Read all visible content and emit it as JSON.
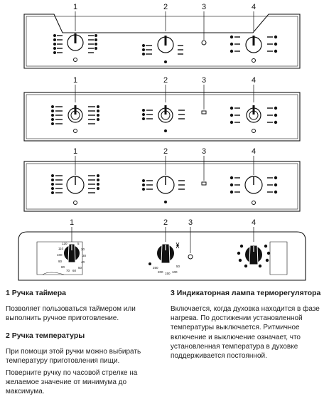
{
  "panels": [
    {
      "callouts": [
        "1",
        "2",
        "3",
        "4"
      ],
      "timer_marks": [],
      "temp_marks": []
    },
    {
      "callouts": [
        "1",
        "2",
        "3",
        "4"
      ],
      "timer_marks": [],
      "temp_marks": []
    },
    {
      "callouts": [
        "1",
        "2",
        "3",
        "4"
      ],
      "timer_marks": [],
      "temp_marks": []
    },
    {
      "callouts": [
        "1",
        "2",
        "3",
        "4"
      ],
      "timer_marks": [
        "5",
        "20",
        "30",
        "40",
        "50",
        "60",
        "70",
        "80",
        "90",
        "100",
        "110",
        "120"
      ],
      "temp_marks": [
        "250",
        "200",
        "150",
        "100",
        "50"
      ]
    }
  ],
  "legend": {
    "item1_title": "1 Ручка таймера",
    "item1_text": "Позволяет пользоваться таймером или выполнить ручное приготовление.",
    "item2_title": "2 Ручка температуры",
    "item2_text_a": "При помощи этой ручки можно выбирать температуру приготовления пищи.",
    "item2_text_b": "Поверните ручку по часовой стрелке на желаемое значение от минимума до максимума.",
    "item3_title": "3 Индикаторная лампа терморегулятора",
    "item3_text": "Включается, когда духовка находится в фазе нагрева. По достижении установленной температуры выключается. Ритмичное включение и выключение означает, что установленная температура в духовке поддерживается постоянной."
  }
}
